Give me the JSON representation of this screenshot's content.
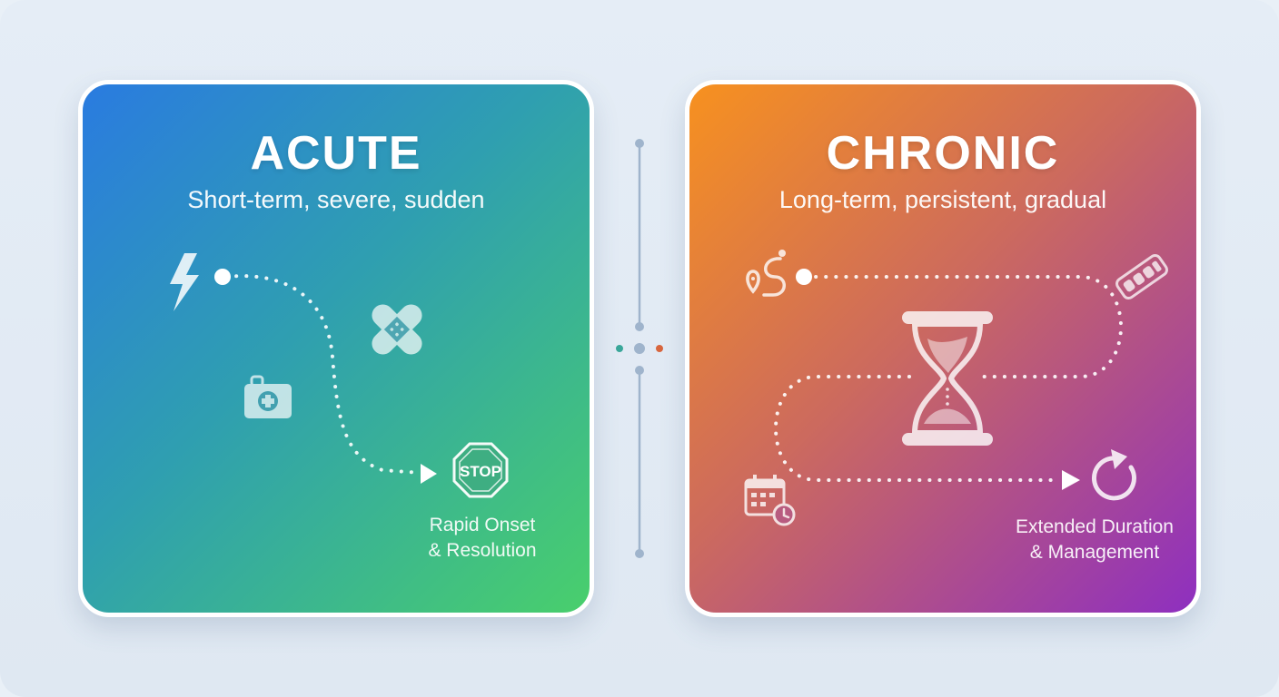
{
  "acute": {
    "title": "ACUTE",
    "subtitle": "Short-term, severe, sudden",
    "caption_line1": "Rapid Onset",
    "caption_line2": "& Resolution",
    "stop_sign_text": "STOP",
    "icons": [
      "lightning-icon",
      "bandage-icon",
      "first-aid-kit-icon",
      "stop-sign-icon"
    ],
    "gradient": [
      "#2a7be0",
      "#2f9fb0",
      "#49cf6c"
    ]
  },
  "chronic": {
    "title": "CHRONIC",
    "subtitle": "Long-term, persistent, gradual",
    "caption_line1": "Extended Duration",
    "caption_line2": "& Management",
    "icons": [
      "route-icon",
      "pill-pack-icon",
      "hourglass-icon",
      "calendar-clock-icon",
      "refresh-icon"
    ],
    "gradient": [
      "#f7911f",
      "#cc6a5e",
      "#8e2fc0"
    ]
  },
  "colors": {
    "background": "#e9f0f7",
    "divider": "#9fb4cc"
  }
}
